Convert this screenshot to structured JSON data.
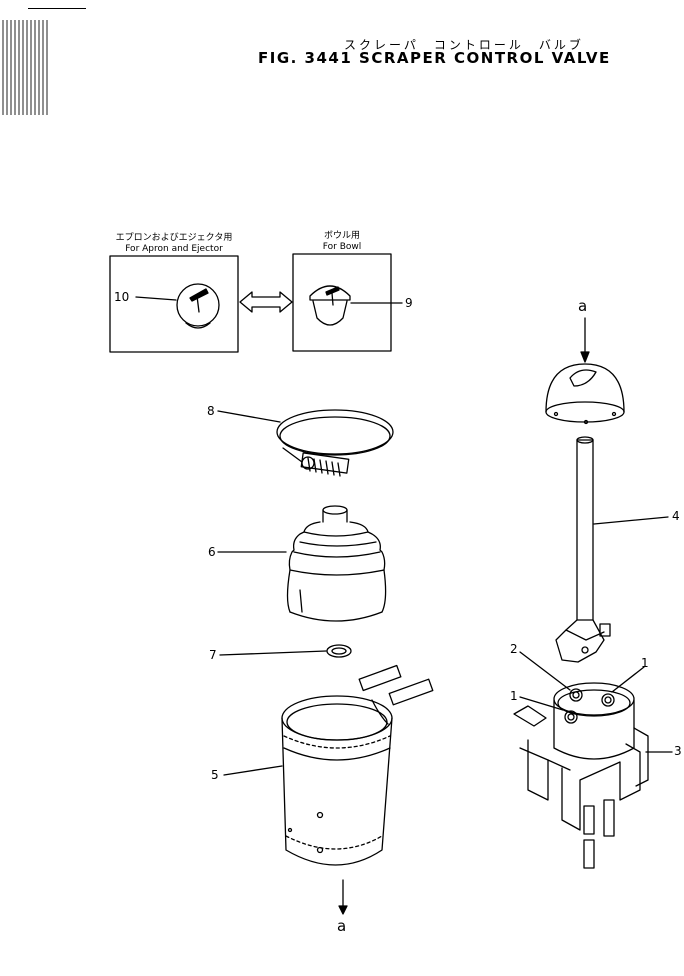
{
  "header": {
    "title_jp": "スクレーパ　コントロール　バルブ",
    "title_en": "FIG. 3441  SCRAPER  CONTROL  VALVE"
  },
  "insets": {
    "left": {
      "caption_jp": "エプロンおよびエジェクタ用",
      "caption_en": "For Apron and Ejector",
      "callout": "10"
    },
    "right": {
      "caption_jp": "ボウル用",
      "caption_en": "For Bowl",
      "callout": "9"
    }
  },
  "callouts": {
    "p8": "8",
    "p6": "6",
    "p7": "7",
    "p5": "5",
    "p4": "4",
    "p2": "2",
    "p1a": "1",
    "p1b": "1",
    "p3": "3",
    "a_top": "a",
    "a_bottom": "a"
  }
}
